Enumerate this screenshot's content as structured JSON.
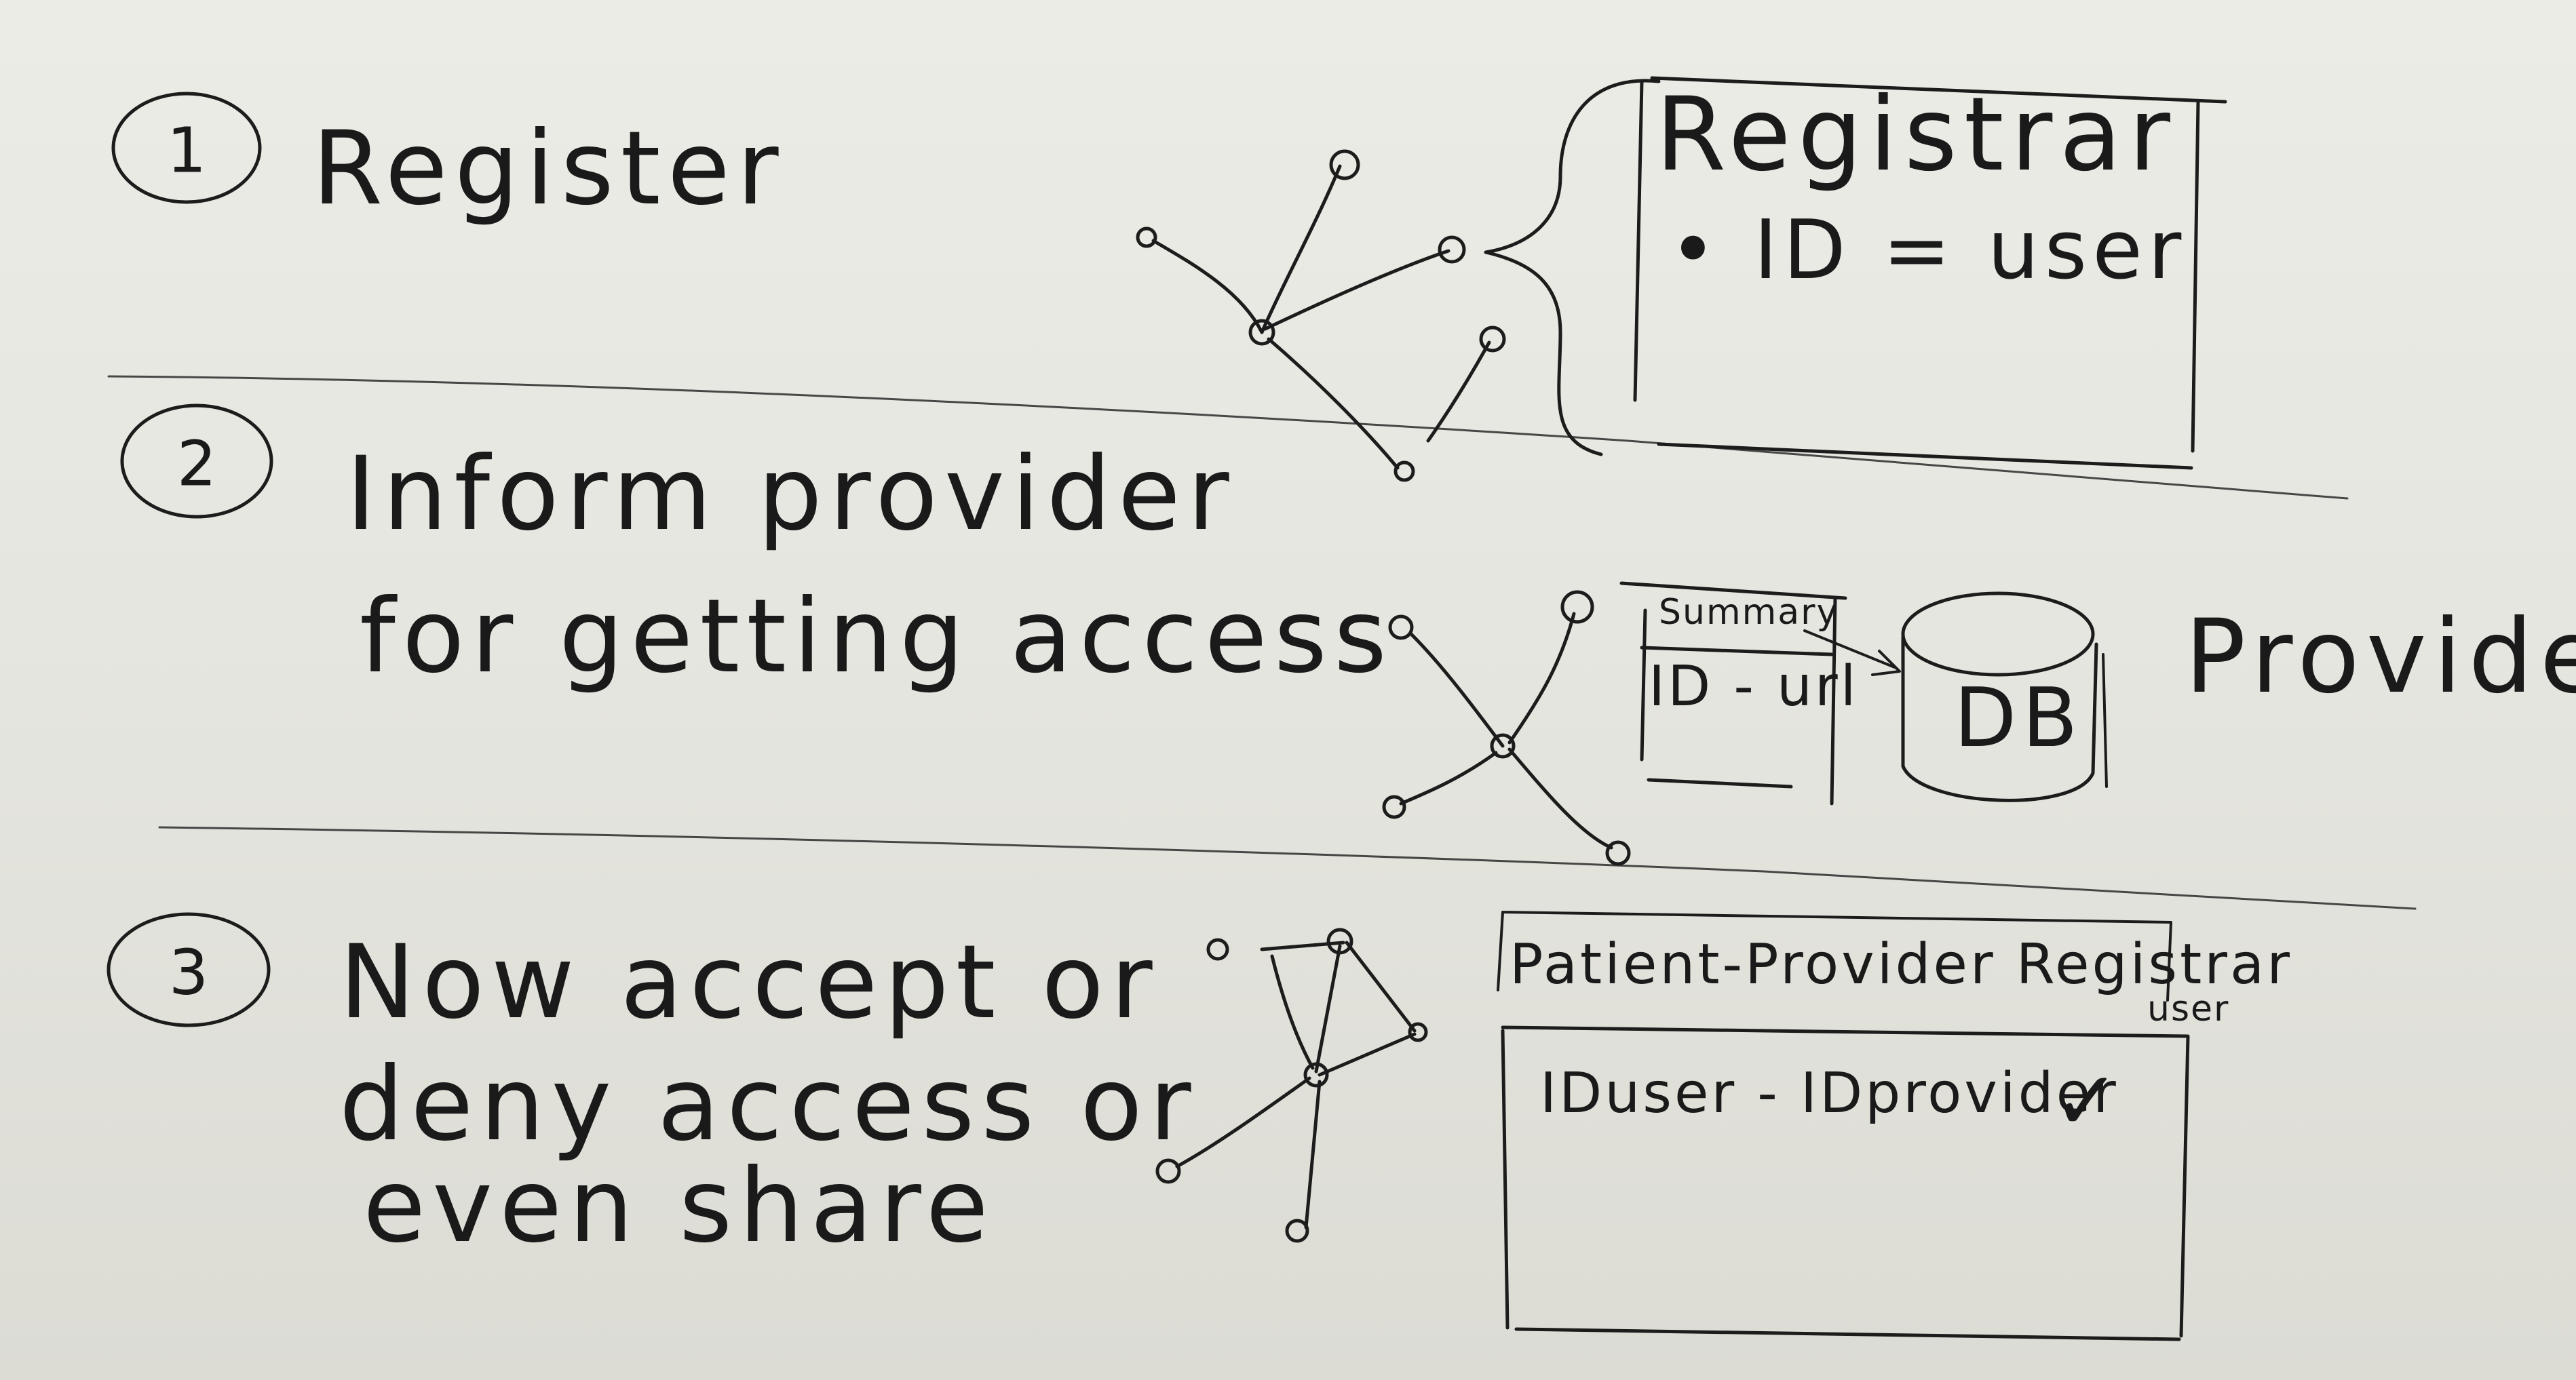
{
  "steps": [
    {
      "number": "1",
      "lines": [
        "Register"
      ]
    },
    {
      "number": "2",
      "lines": [
        "Inform provider",
        "for getting access"
      ]
    },
    {
      "number": "3",
      "lines": [
        "Now accept or",
        "deny access or",
        "even share"
      ]
    }
  ],
  "registrar": {
    "title": "Registrar",
    "entry": "• ID = user"
  },
  "provider": {
    "summary_label": "Summary",
    "summary_entry": "ID - url",
    "db_label": "DB",
    "name": "Provider"
  },
  "patient_registrar": {
    "title": "Patient-Provider Registrar",
    "title_suffix": "user",
    "entry": "IDuser - IDprovider",
    "mark": "✓"
  }
}
